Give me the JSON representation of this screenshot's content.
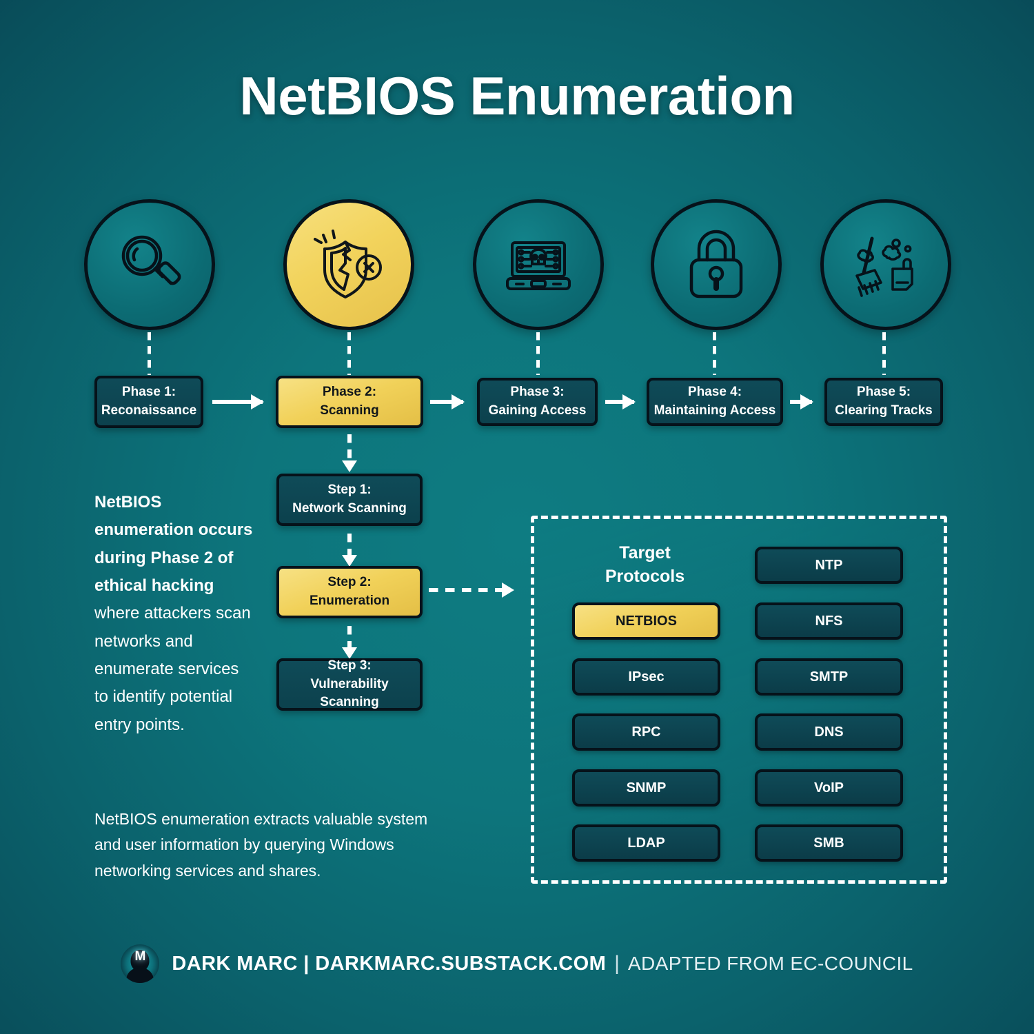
{
  "title": "NetBIOS Enumeration",
  "colors": {
    "background_center": "#0e7c82",
    "background_edge": "#08192a",
    "accent_gold": "#f1d159",
    "box_dark": "#0f4b58",
    "outline": "#06121a",
    "text_light": "#ffffff"
  },
  "phases": [
    {
      "icon": "magnifying-glass-icon",
      "line1": "Phase 1:",
      "line2": "Reconaissance",
      "highlight": false
    },
    {
      "icon": "cracked-shield-icon",
      "line1": "Phase 2:",
      "line2": "Scanning",
      "highlight": true
    },
    {
      "icon": "laptop-skull-icon",
      "line1": "Phase 3:",
      "line2": "Gaining Access",
      "highlight": false
    },
    {
      "icon": "padlock-icon",
      "line1": "Phase 4:",
      "line2": "Maintaining Access",
      "highlight": false
    },
    {
      "icon": "broom-dustpan-icon",
      "line1": "Phase 5:",
      "line2": "Clearing Tracks",
      "highlight": false
    }
  ],
  "steps": [
    {
      "line1": "Step 1:",
      "line2": "Network Scanning",
      "highlight": false
    },
    {
      "line1": "Step 2:",
      "line2": "Enumeration",
      "highlight": true
    },
    {
      "line1": "Step 3:",
      "line2": "Vulnerability Scanning",
      "highlight": false
    }
  ],
  "lead_text": {
    "bold": "NetBIOS enumeration occurs during Phase 2 of ethical hacking",
    "rest": " where attackers scan networks and enumerate services to identify potential entry points."
  },
  "sub_text": "NetBIOS enumeration extracts valuable system and user information by querying Windows networking services and shares.",
  "panel": {
    "title_line1": "Target",
    "title_line2": "Protocols",
    "protocols": [
      {
        "label": "NETBIOS",
        "highlight": true,
        "column": "left"
      },
      {
        "label": "IPsec",
        "highlight": false,
        "column": "left"
      },
      {
        "label": "RPC",
        "highlight": false,
        "column": "left"
      },
      {
        "label": "SNMP",
        "highlight": false,
        "column": "left"
      },
      {
        "label": "LDAP",
        "highlight": false,
        "column": "left"
      },
      {
        "label": "NTP",
        "highlight": false,
        "column": "right"
      },
      {
        "label": "NFS",
        "highlight": false,
        "column": "right"
      },
      {
        "label": "SMTP",
        "highlight": false,
        "column": "right"
      },
      {
        "label": "DNS",
        "highlight": false,
        "column": "right"
      },
      {
        "label": "VoIP",
        "highlight": false,
        "column": "right"
      },
      {
        "label": "SMB",
        "highlight": false,
        "column": "right"
      }
    ]
  },
  "footer": {
    "avatar_letter": "M",
    "brand": "DARK MARC | DARKMARC.SUBSTACK.COM",
    "separator": "|",
    "attribution": "ADAPTED FROM EC-COUNCIL"
  }
}
